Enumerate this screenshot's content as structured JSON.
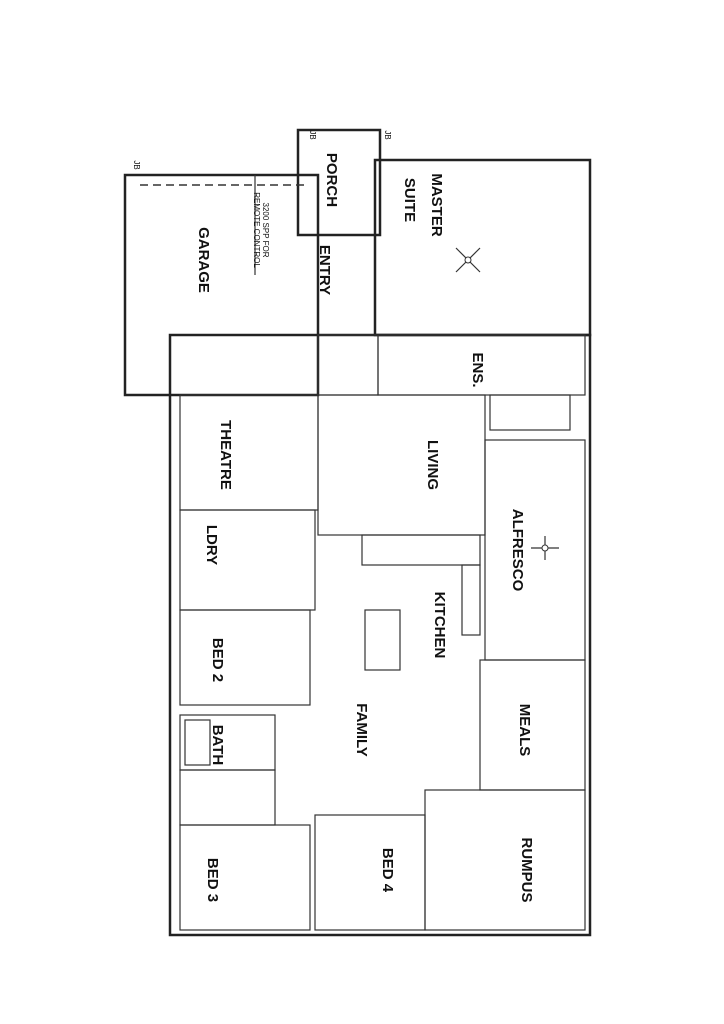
{
  "plan": {
    "rooms": {
      "porch": "PORCH",
      "master": "MASTER",
      "suite": "SUITE",
      "garage": "GARAGE",
      "entry": "ENTRY",
      "ensuite": "ENS.",
      "theatre": "THEATRE",
      "living": "LIVING",
      "alfresco": "ALFRESCO",
      "laundry": "LDRY",
      "kitchen": "KITCHEN",
      "bed2": "BED 2",
      "family": "FAMILY",
      "meals": "MEALS",
      "bath": "BATH",
      "bed4": "BED 4",
      "rumpus": "RUMPUS",
      "bed3": "BED 3"
    },
    "garage_note_line1": "3200 SPP FOR",
    "garage_note_line2": "REMOTE CONTROL",
    "jb_label": "JB"
  }
}
